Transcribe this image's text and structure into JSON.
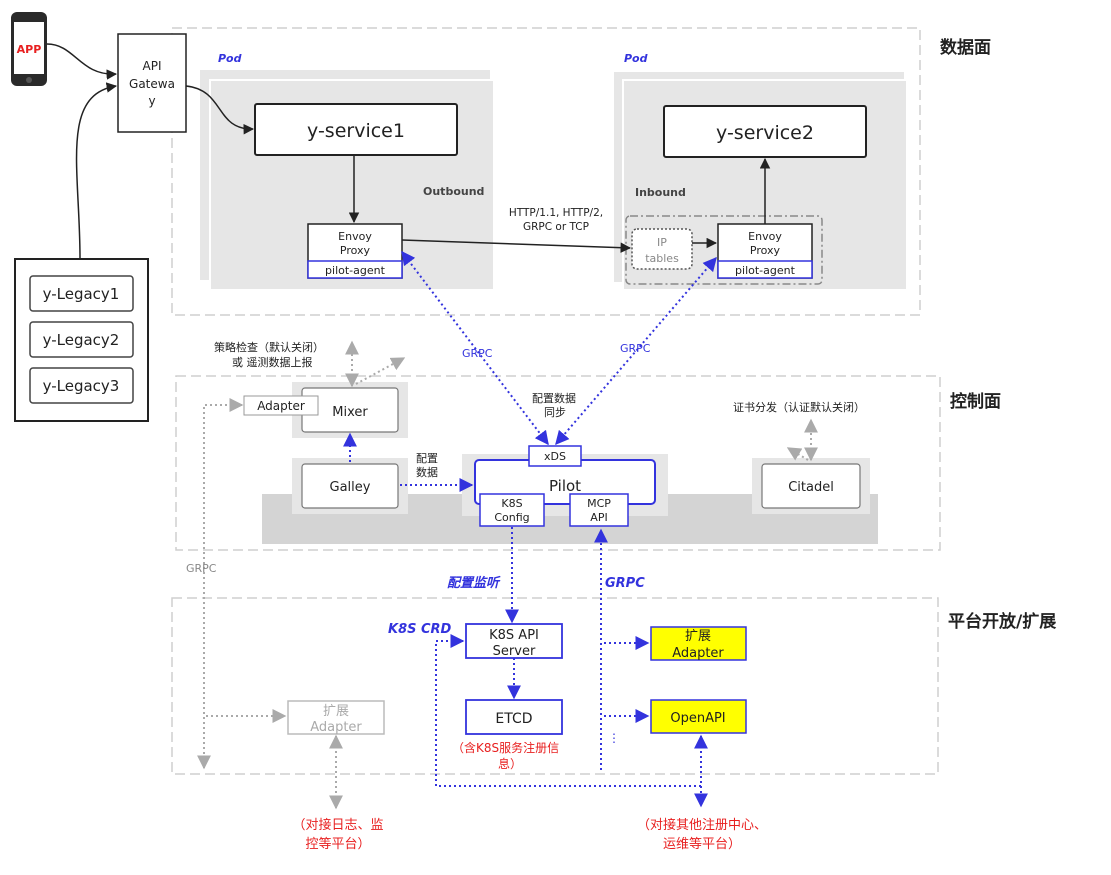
{
  "phone": {
    "label": "APP"
  },
  "gateway": {
    "l1": "API",
    "l2": "Gatewa",
    "l3": "y"
  },
  "legacy": [
    "y-Legacy1",
    "y-Legacy2",
    "y-Legacy3"
  ],
  "sections": {
    "data_plane": "数据面",
    "control_plane": "控制面",
    "platform": "平台开放/扩展"
  },
  "pods": [
    "Pod",
    "Pod"
  ],
  "service1": "y-service1",
  "service2": "y-service2",
  "outbound": "Outbound",
  "inbound": "Inbound",
  "envoy_left": {
    "l1": "Envoy",
    "l2": "Proxy",
    "agent": "pilot-agent"
  },
  "envoy_right": {
    "l1": "Envoy",
    "l2": "Proxy",
    "agent": "pilot-agent"
  },
  "protocol": {
    "l1": "HTTP/1.1, HTTP/2,",
    "l2": "GRPC or TCP"
  },
  "iptables": {
    "l1": "IP",
    "l2": "tables"
  },
  "grpc_left": "GRPC",
  "grpc_right": "GRPC",
  "grpc_gray": "GRPC",
  "grpc_blue": "GRPC",
  "policy_note": {
    "l1": "策略检查（默认关闭）",
    "l2": "或 遥测数据上报"
  },
  "config_sync": {
    "l1": "配置数据",
    "l2": "同步"
  },
  "cert_note": "证书分发（认证默认关闭）",
  "config_data": {
    "l1": "配置",
    "l2": "数据"
  },
  "adapter": "Adapter",
  "mixer": "Mixer",
  "galley": "Galley",
  "pilot": "Pilot",
  "xds": "xDS",
  "k8s_config": {
    "l1": "K8S",
    "l2": "Config"
  },
  "mcp_api": {
    "l1": "MCP",
    "l2": "API"
  },
  "citadel": "Citadel",
  "config_listen": "配置监听",
  "k8s_crd": "K8S CRD",
  "k8s_api": {
    "l1": "K8S API",
    "l2": "Server"
  },
  "etcd": "ETCD",
  "etcd_note": {
    "l1": "（含K8S服务注册信",
    "l2": "息）"
  },
  "ext_adapter_yellow": {
    "l1": "扩展",
    "l2": "Adapter"
  },
  "openapi": "OpenAPI",
  "ext_adapter_gray": {
    "l1": "扩展",
    "l2": "Adapter"
  },
  "dots": "⋮",
  "note_bottom_left": {
    "l1": "（对接日志、监",
    "l2": "控等平台）"
  },
  "note_bottom_right": {
    "l1": "（对接其他注册中心、",
    "l2": "运维等平台）"
  },
  "colors": {
    "blue": "#3333dd",
    "gray": "#999999",
    "red": "#e82020",
    "yellow": "#ffff00",
    "panel": "#e8e8e8"
  }
}
